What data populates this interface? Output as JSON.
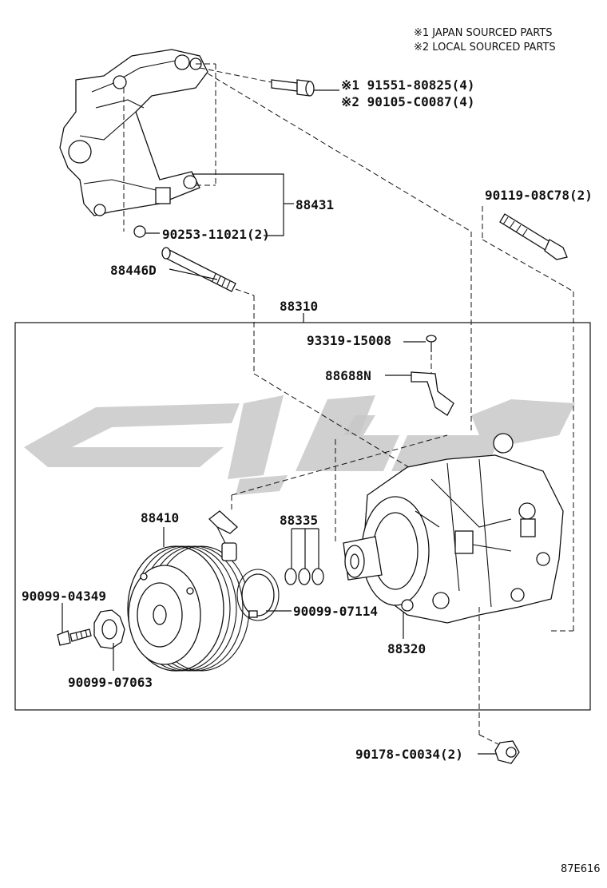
{
  "notes": {
    "note1": "※1 JAPAN SOURCED PARTS",
    "note2": "※2 LOCAL SOURCED PARTS"
  },
  "labels": {
    "p91551": "※1 91551-80825(4)",
    "p90105": "※2 90105-C0087(4)",
    "p88431": "88431",
    "p90253": "90253-11021(2)",
    "p90119": "90119-08C78(2)",
    "p88446d": "88446D",
    "p88310": "88310",
    "p93319": "93319-15008",
    "p88688n": "88688N",
    "p88410": "88410",
    "p88335": "88335",
    "p90099_04349": "90099-04349",
    "p90099_07114": "90099-07114",
    "p88320": "88320",
    "p90099_07063": "90099-07063",
    "p90178": "90178-C0034(2)"
  },
  "figure_code": "87E616"
}
